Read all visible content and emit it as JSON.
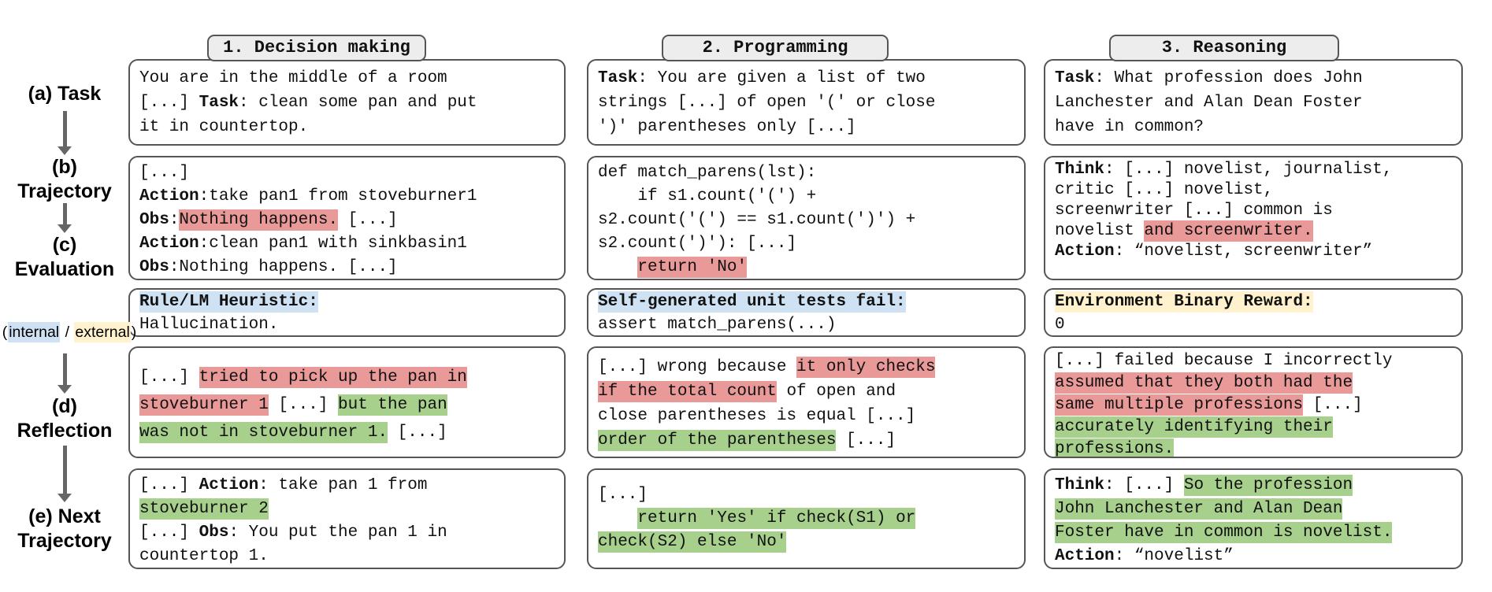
{
  "colors": {
    "red": "#ea9999",
    "green": "#a8d08d",
    "blue": "#cfe2f3",
    "yellow": "#fff2cc"
  },
  "flow": {
    "steps": {
      "a": {
        "line1": "(a) Task"
      },
      "b": {
        "line1": "(b)",
        "line2": "Trajectory"
      },
      "c": {
        "line1": "(c)",
        "line2": "Evaluation",
        "sub": [
          {
            "t": "("
          },
          {
            "t": "internal",
            "h": "blue"
          },
          {
            "t": " / "
          },
          {
            "t": "external",
            "h": "yellow"
          },
          {
            "t": ")"
          }
        ]
      },
      "d": {
        "line1": "(d)",
        "line2": "Reflection"
      },
      "e": {
        "line1": "(e) Next",
        "line2": "Trajectory"
      }
    }
  },
  "columns": [
    {
      "header": "1. Decision making",
      "task": [
        {
          "t": "You are in the middle of a room\n[...] "
        },
        {
          "t": "Task",
          "b": true
        },
        {
          "t": ": clean some pan and put\nit in countertop."
        }
      ],
      "trajectory": [
        {
          "t": "[...]\n"
        },
        {
          "t": "Action",
          "b": true
        },
        {
          "t": ":take pan1 from stoveburner1\n"
        },
        {
          "t": "Obs",
          "b": true
        },
        {
          "t": ":"
        },
        {
          "t": "Nothing happens.",
          "h": "red"
        },
        {
          "t": " [...]\n"
        },
        {
          "t": "Action",
          "b": true
        },
        {
          "t": ":clean pan1 with sinkbasin1\n"
        },
        {
          "t": "Obs",
          "b": true
        },
        {
          "t": ":Nothing happens. [...]"
        }
      ],
      "evaluation": [
        {
          "t": "Rule/LM Heuristic:",
          "b": true,
          "h": "blue"
        },
        {
          "t": "\nHallucination."
        }
      ],
      "reflection": [
        {
          "t": "[...] "
        },
        {
          "t": "tried to pick up the pan in\nstoveburner 1",
          "h": "red"
        },
        {
          "t": " [...] "
        },
        {
          "t": "but the pan\nwas not in stoveburner 1.",
          "h": "green"
        },
        {
          "t": " [...]"
        }
      ],
      "next_trajectory": [
        {
          "t": "[...] "
        },
        {
          "t": "Action",
          "b": true
        },
        {
          "t": ": take pan 1 from\n"
        },
        {
          "t": "stoveburner 2",
          "h": "green"
        },
        {
          "t": "\n[...] "
        },
        {
          "t": "Obs",
          "b": true
        },
        {
          "t": ": You put the pan 1 in\ncountertop 1."
        }
      ]
    },
    {
      "header": "2. Programming",
      "task": [
        {
          "t": "Task",
          "b": true
        },
        {
          "t": ": You are given a list of two\nstrings [...] of open '(' or close\n')' parentheses only [...]"
        }
      ],
      "trajectory": [
        {
          "t": "def match_parens(lst):\n    if s1.count('(') +\ns2.count('(') == s1.count(')') +\ns2.count(')'): [...]\n    "
        },
        {
          "t": "return 'No'",
          "h": "red"
        }
      ],
      "evaluation": [
        {
          "t": "Self-generated unit tests fail:",
          "b": true,
          "h": "blue"
        },
        {
          "t": "\nassert match_parens(...)"
        }
      ],
      "reflection": [
        {
          "t": "[...] wrong because "
        },
        {
          "t": "it only checks\nif the total count",
          "h": "red"
        },
        {
          "t": " of open and\nclose parentheses is equal [...]\n"
        },
        {
          "t": "order of the parentheses",
          "h": "green"
        },
        {
          "t": " [...]"
        }
      ],
      "next_trajectory": [
        {
          "t": "[...]\n    "
        },
        {
          "t": "return 'Yes' if check(S1) or\ncheck(S2) else 'No'",
          "h": "green"
        }
      ]
    },
    {
      "header": "3. Reasoning",
      "task": [
        {
          "t": "Task",
          "b": true
        },
        {
          "t": ": What profession does John\nLanchester and Alan Dean Foster\nhave in common?"
        }
      ],
      "trajectory": [
        {
          "t": "Think",
          "b": true
        },
        {
          "t": ": [...] novelist, journalist,\ncritic [...] novelist,\nscreenwriter [...] common is\nnovelist "
        },
        {
          "t": "and screenwriter.",
          "h": "red"
        },
        {
          "t": "\n"
        },
        {
          "t": "Action",
          "b": true
        },
        {
          "t": ": “novelist, screenwriter”"
        }
      ],
      "evaluation": [
        {
          "t": "Environment Binary Reward:",
          "b": true,
          "h": "yellow"
        },
        {
          "t": "\n0"
        }
      ],
      "reflection": [
        {
          "t": "[...] failed because I incorrectly\n"
        },
        {
          "t": "assumed that they both had the\nsame multiple professions",
          "h": "red"
        },
        {
          "t": " [...]\n"
        },
        {
          "t": "accurately identifying their\nprofessions.",
          "h": "green"
        }
      ],
      "next_trajectory": [
        {
          "t": "Think",
          "b": true
        },
        {
          "t": ": [...] "
        },
        {
          "t": "So the profession\nJohn Lanchester and Alan Dean\nFoster have in common is novelist.",
          "h": "green"
        },
        {
          "t": "\n"
        },
        {
          "t": "Action",
          "b": true
        },
        {
          "t": ": “novelist”"
        }
      ]
    }
  ]
}
